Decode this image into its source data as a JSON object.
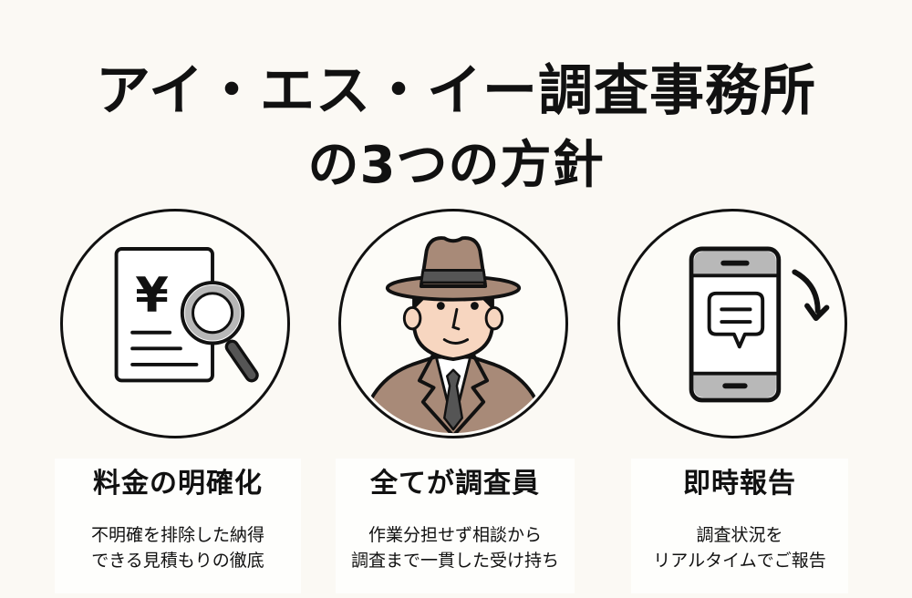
{
  "header": {
    "title_line1": "アイ・エス・イー調査事務所",
    "title_line2": "の3つの方針"
  },
  "policies": [
    {
      "icon": "yen-document-magnifier-icon",
      "title": "料金の明確化",
      "desc_line1": "不明確を排除した納得",
      "desc_line2": "できる見積もりの徹底"
    },
    {
      "icon": "detective-icon",
      "title": "全てが調査員",
      "desc_line1": "作業分担せず相談から",
      "desc_line2": "調査まで一貫した受け持ち"
    },
    {
      "icon": "smartphone-message-icon",
      "title": "即時報告",
      "desc_line1": "調査状況を",
      "desc_line2": "リアルタイムでご報告"
    }
  ],
  "colors": {
    "background": "#fbf9f4",
    "outline": "#111111",
    "coat_brown": "#a88a78",
    "skin": "#f7d6c0",
    "gray": "#b8b8b8",
    "dark_gray": "#555555"
  }
}
